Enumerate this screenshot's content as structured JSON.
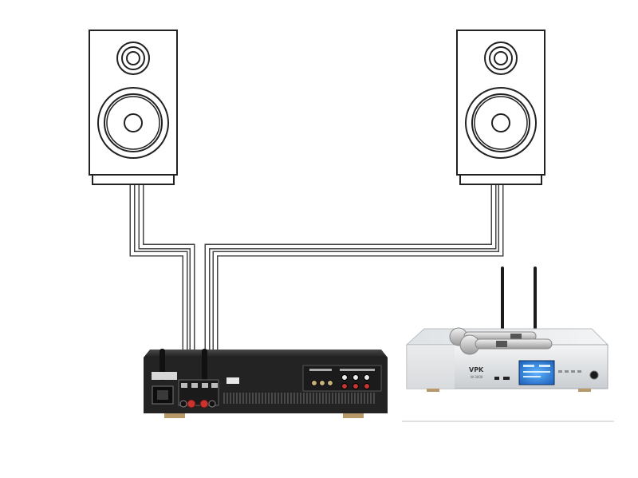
{
  "diagram": {
    "nodes": [
      {
        "id": "speaker-left",
        "kind": "bookshelf-speaker"
      },
      {
        "id": "speaker-right",
        "kind": "bookshelf-speaker"
      },
      {
        "id": "amplifier",
        "kind": "karaoke-amplifier-rear-panel"
      },
      {
        "id": "mic-receiver",
        "kind": "wireless-microphone-receiver"
      }
    ],
    "edges": [
      {
        "from": "speaker-left",
        "to": "amplifier",
        "kind": "speaker-cable"
      },
      {
        "from": "speaker-right",
        "to": "amplifier",
        "kind": "speaker-cable"
      }
    ]
  },
  "receiver": {
    "brand": "VPK",
    "model": "W-3000",
    "accent_color": "#2a7cd6"
  },
  "colors": {
    "cable": "#444444",
    "speaker_outline": "#222222",
    "amp_body": "#2b2b2b",
    "binding_post": "#c8342e",
    "receiver_body": "#e6e8ea"
  }
}
